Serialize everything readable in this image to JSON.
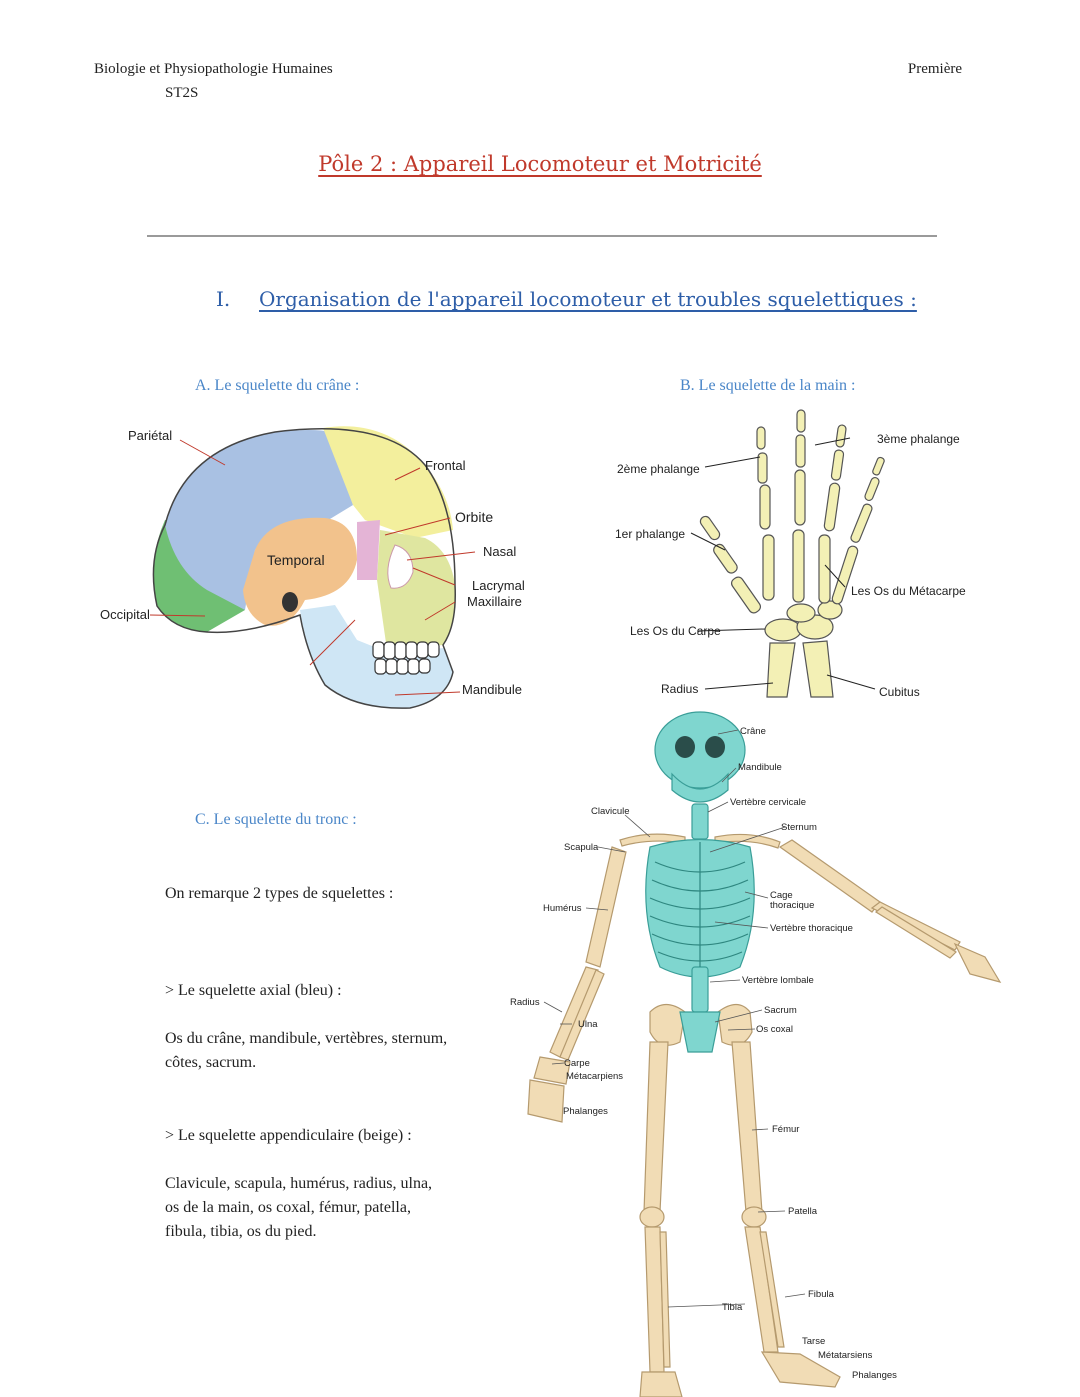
{
  "header": {
    "course": "Biologie et Physiopathologie Humaines",
    "level": "Première",
    "track": "ST2S"
  },
  "title": "Pôle 2 : Appareil Locomoteur et Motricité",
  "section": {
    "number": "I.",
    "title": "Organisation de l'appareil locomoteur et troubles squelettiques :"
  },
  "subsections": {
    "a": "A.   Le squelette du crâne :",
    "b": "B.  Le squelette de la main :",
    "c": "C.   Le squelette du tronc :"
  },
  "skull_labels": {
    "parietal": "Pariétal",
    "frontal": "Frontal",
    "orbite": "Orbite",
    "nasal": "Nasal",
    "temporal": "Temporal",
    "lacrymal": "Lacrymal",
    "maxillaire": "Maxillaire",
    "occipital": "Occipital",
    "mandibule": "Mandibule"
  },
  "hand_labels": {
    "phalange3": "3ème phalange",
    "phalange2": "2ème phalange",
    "phalange1": "1er phalange",
    "metacarpe": "Les Os du Métacarpe",
    "carpe": "Les Os du Carpe",
    "radius": "Radius",
    "cubitus": "Cubitus"
  },
  "skeleton_labels": {
    "crane": "Crâne",
    "mandibule": "Mandibule",
    "clavicule": "Clavicule",
    "vertebre_cervicale": "Vertèbre cervicale",
    "sternum": "Sternum",
    "scapula": "Scapula",
    "cage1": "Cage",
    "cage2": "thoracique",
    "humerus": "Humérus",
    "vertebre_thoracique": "Vertèbre thoracique",
    "vertebre_lombale": "Vertèbre lombale",
    "radius": "Radius",
    "sacrum": "Sacrum",
    "ulna": "Ulna",
    "os_coxal": "Os coxal",
    "carpe": "Carpe",
    "metacarpiens": "Métacarpiens",
    "phalanges": "Phalanges",
    "femur": "Fémur",
    "patella": "Patella",
    "fibula": "Fibula",
    "tibia": "Tibia",
    "tarse": "Tarse",
    "metatarsiens": "Métatarsiens",
    "phalanges_pied": "Phalanges"
  },
  "trunk_text": {
    "intro": "On remarque 2 types de squelettes :",
    "axial_title": "> Le squelette axial (bleu) :",
    "axial_l1": "Os du crâne, mandibule, vertèbres, sternum,",
    "axial_l2": "côtes, sacrum.",
    "app_title": "> Le squelette appendiculaire (beige) :",
    "app_l1": "Clavicule, scapula, humérus, radius, ulna,",
    "app_l2": "os de la main, os coxal, fémur, patella,",
    "app_l3": "fibula, tibia, os du pied."
  },
  "colors": {
    "title_red": "#c0392b",
    "section_blue": "#2e5ea8",
    "sub_blue": "#4a86c8",
    "axial_cyan": "#7fd6cf",
    "appendicular_beige": "#f1dcb5",
    "parietal": "#a9c1e3",
    "frontal": "#f3ef9d",
    "temporal": "#f2c28c",
    "occipital": "#6fbf73",
    "mandible": "#cfe6f5"
  }
}
